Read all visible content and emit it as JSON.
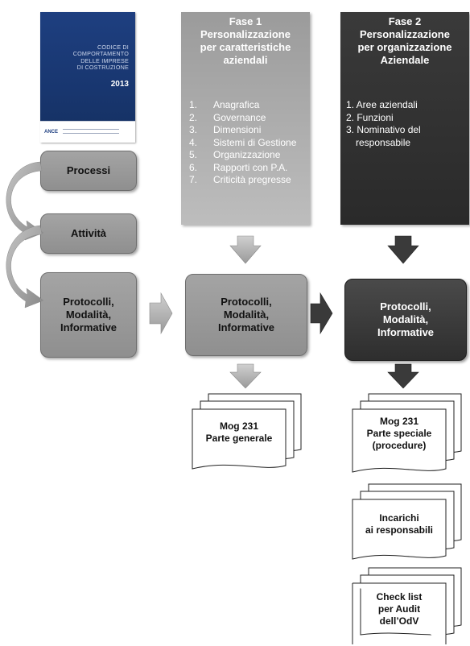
{
  "book": {
    "title_lines": [
      "CODICE DI",
      "COMPORTAMENTO",
      "DELLE IMPRESE",
      "DI COSTRUZIONE"
    ],
    "year": "2013",
    "publisher": "ANCE"
  },
  "left_column": {
    "processi": "Processi",
    "attivita": "Attività",
    "protocolli_lines": [
      "Protocolli,",
      "Modalità,",
      "Informative"
    ]
  },
  "phase1": {
    "title_lines": [
      "Fase 1",
      "Personalizzazione",
      "per caratteristiche",
      "aziendali"
    ],
    "items": [
      {
        "n": "1.",
        "label": "Anagrafica"
      },
      {
        "n": "2.",
        "label": "Governance"
      },
      {
        "n": "3.",
        "label": "Dimensioni"
      },
      {
        "n": "4.",
        "label": "Sistemi di Gestione"
      },
      {
        "n": "5.",
        "label": "Organizzazione"
      },
      {
        "n": "6.",
        "label": "Rapporti con P.A."
      },
      {
        "n": "7.",
        "label": "Criticità pregresse"
      }
    ],
    "box_lines": [
      "Protocolli,",
      "Modalità,",
      "Informative"
    ],
    "doc_lines": [
      "Mog 231",
      "Parte generale"
    ]
  },
  "phase2": {
    "title_lines": [
      "Fase 2",
      "Personalizzazione",
      "per organizzazione",
      "Aziendale"
    ],
    "items": [
      "1. Aree aziendali",
      "2. Funzioni",
      "3. Nominativo del responsabile"
    ],
    "box_lines": [
      "Protocolli,",
      "Modalità,",
      "Informative"
    ],
    "docs": [
      {
        "lines": [
          "Mog 231",
          "Parte speciale",
          "(procedure)"
        ]
      },
      {
        "lines": [
          "Incarichi",
          "ai responsabili"
        ]
      },
      {
        "lines": [
          "Check list",
          "per Audit",
          "dell’OdV"
        ]
      }
    ]
  },
  "colors": {
    "light_grey": "#9b9b9b",
    "mid_grey": "#8f8f8f",
    "dark_grey": "#2e2e2e",
    "book_blue": "#1e3f80"
  }
}
